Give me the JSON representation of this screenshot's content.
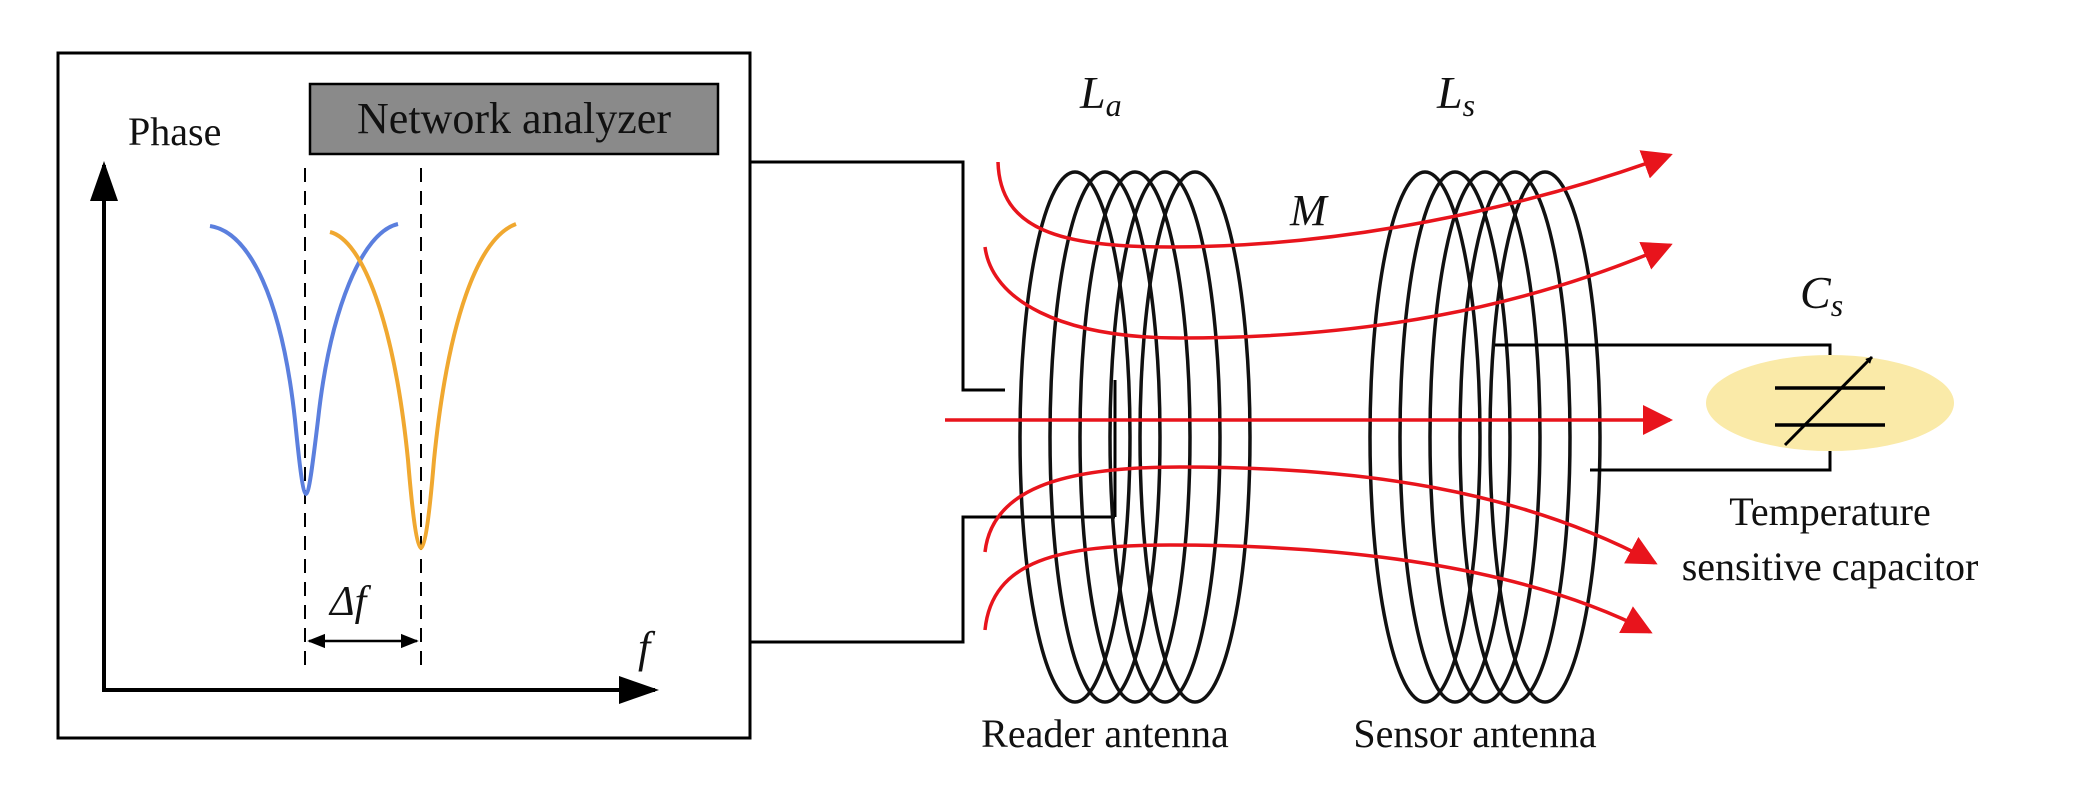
{
  "analyzer": {
    "title": "Network analyzer",
    "y_axis_label": "Phase",
    "x_axis_label": "f",
    "delta_label": "Δf"
  },
  "reader": {
    "inductor_symbol": "L",
    "inductor_subscript": "a",
    "label": "Reader antenna"
  },
  "sensor": {
    "inductor_symbol": "L",
    "inductor_subscript": "s",
    "label": "Sensor antenna"
  },
  "coupling": {
    "symbol": "M"
  },
  "capacitor": {
    "symbol": "C",
    "subscript": "s",
    "label_line1": "Temperature",
    "label_line2": "sensitive capacitor"
  },
  "colors": {
    "curve_blue": "#5b7fde",
    "curve_orange": "#f0a830",
    "field_red": "#e8141c",
    "capacitor_highlight": "#faeaa8",
    "analyzer_title_bg": "#8a8a8a"
  },
  "icons": {
    "capacitor": "variable-capacitor-icon",
    "coil": "coil-icon"
  }
}
